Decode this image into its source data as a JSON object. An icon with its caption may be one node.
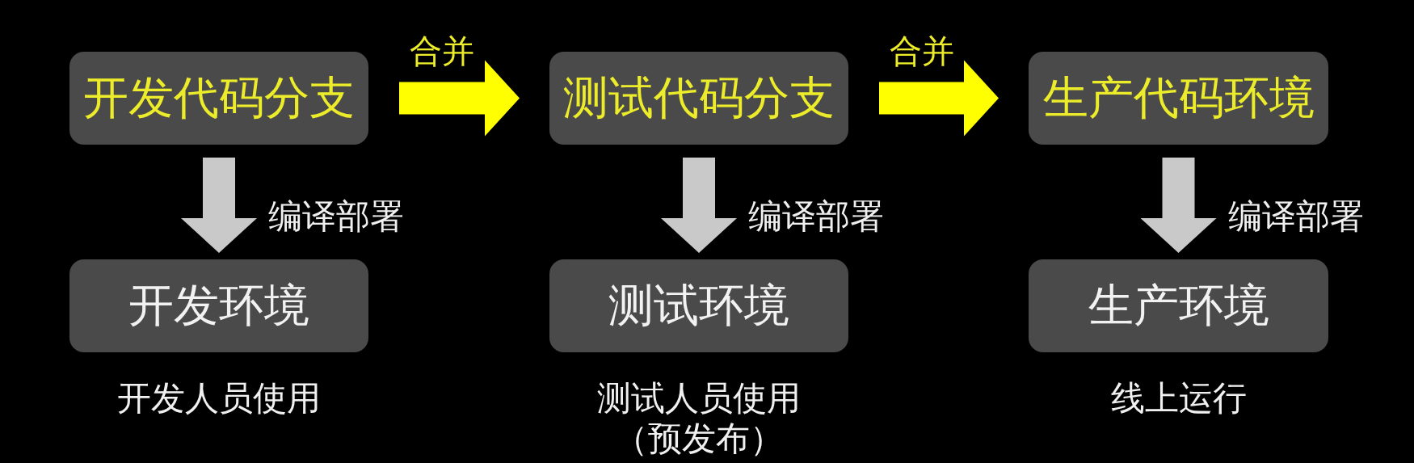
{
  "diagram": {
    "nodes": [
      {
        "text": [
          "开发代码分支"
        ]
      },
      {
        "text": [
          "测试代码分支"
        ]
      },
      {
        "text": [
          "生产代码环境"
        ]
      },
      {
        "text": [
          "开发环境"
        ],
        "beside": [
          "开发人员使用"
        ]
      },
      {
        "text": [
          "测试环境"
        ],
        "beside": [
          "测试人员使用",
          "（预发布）"
        ]
      },
      {
        "text": [
          "生产环境"
        ],
        "beside": [
          "线上运行"
        ]
      }
    ],
    "edges": [
      {
        "from": 0,
        "to": 1,
        "arrow": "to",
        "label": "合并",
        "style": "thick",
        "color": "#ffff00"
      },
      {
        "from": 1,
        "to": 2,
        "arrow": "to",
        "label": "合并",
        "style": "thick",
        "color": "#ffff00"
      },
      {
        "from": 0,
        "to": 3,
        "arrow": "to",
        "label": "编译部署",
        "style": "thick"
      },
      {
        "from": 1,
        "to": 4,
        "arrow": "to",
        "label": "编译部署",
        "style": "thick"
      },
      {
        "from": 2,
        "to": 5,
        "arrow": "to",
        "label": "编译部署",
        "style": "thick"
      }
    ]
  }
}
